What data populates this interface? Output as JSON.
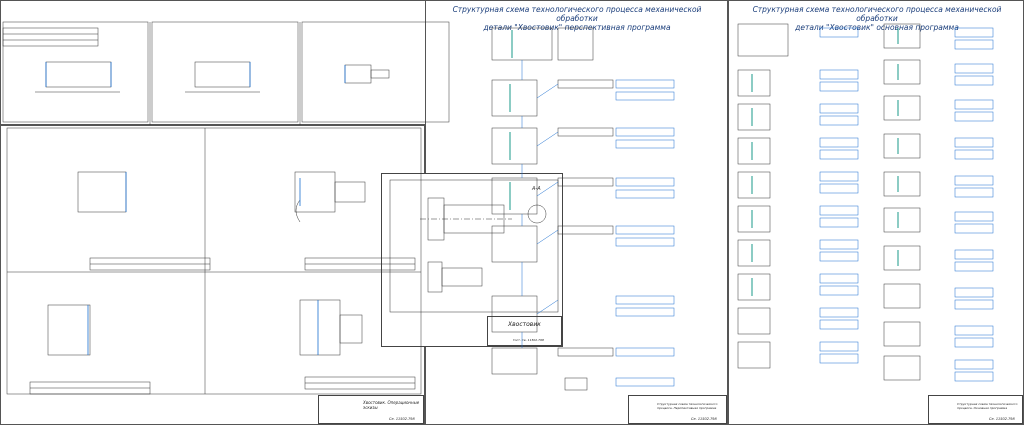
{
  "colors": {
    "accent": "#1a6fd0",
    "line": "#333333",
    "teal": "#1a9a8a"
  },
  "sheet_right": {
    "title": "Структурная схема технологического процесса механической обработки",
    "subtitle": "детали \"Хвостовик\" основная программа",
    "stamp_name": "Структурная схема технологического процесса. Основная программа",
    "stamp_code": "Се. 11502.798"
  },
  "sheet_middle": {
    "title": "Структурная схема технологического процесса механической обработки",
    "subtitle": "детали \"Хвостовик\" перспективная программа",
    "stamp_name": "Структурная схема технологического процесса. Перспективная программа",
    "stamp_code": "Се. 11502.798"
  },
  "sheet_part": {
    "section_label": "А-А",
    "stamp_name": "Хвостовик",
    "stamp_code": "Гост. Се. 11502.798"
  },
  "sheet_ops": {
    "stamp_name": "Хвостовик. Операционные эскизы",
    "stamp_code": "Се. 11502.798"
  }
}
